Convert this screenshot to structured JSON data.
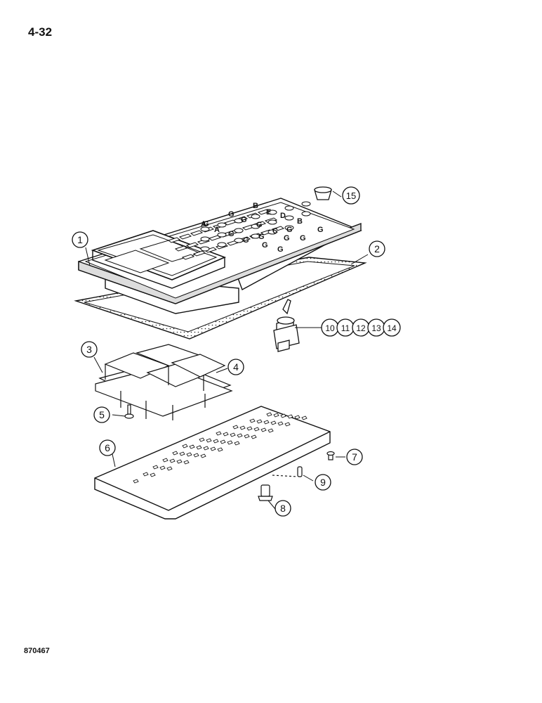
{
  "page": {
    "page_number": "4-32",
    "drawing_number": "870467"
  },
  "callouts": [
    {
      "id": "callout-1",
      "label": "1"
    },
    {
      "id": "callout-2",
      "label": "2"
    },
    {
      "id": "callout-3",
      "label": "3"
    },
    {
      "id": "callout-4",
      "label": "4"
    },
    {
      "id": "callout-5",
      "label": "5"
    },
    {
      "id": "callout-6",
      "label": "6"
    },
    {
      "id": "callout-7",
      "label": "7"
    },
    {
      "id": "callout-8",
      "label": "8"
    },
    {
      "id": "callout-9",
      "label": "9"
    },
    {
      "id": "callout-15",
      "label": "15"
    }
  ],
  "switch_callouts": [
    "10",
    "11",
    "12",
    "13",
    "14"
  ],
  "panel_letters": [
    "B",
    "E",
    "D",
    "B",
    "G",
    "G",
    "G",
    "G",
    "A",
    "A",
    "G",
    "G",
    "C",
    "G",
    "G",
    "G",
    "G",
    "G",
    "G",
    "G"
  ]
}
